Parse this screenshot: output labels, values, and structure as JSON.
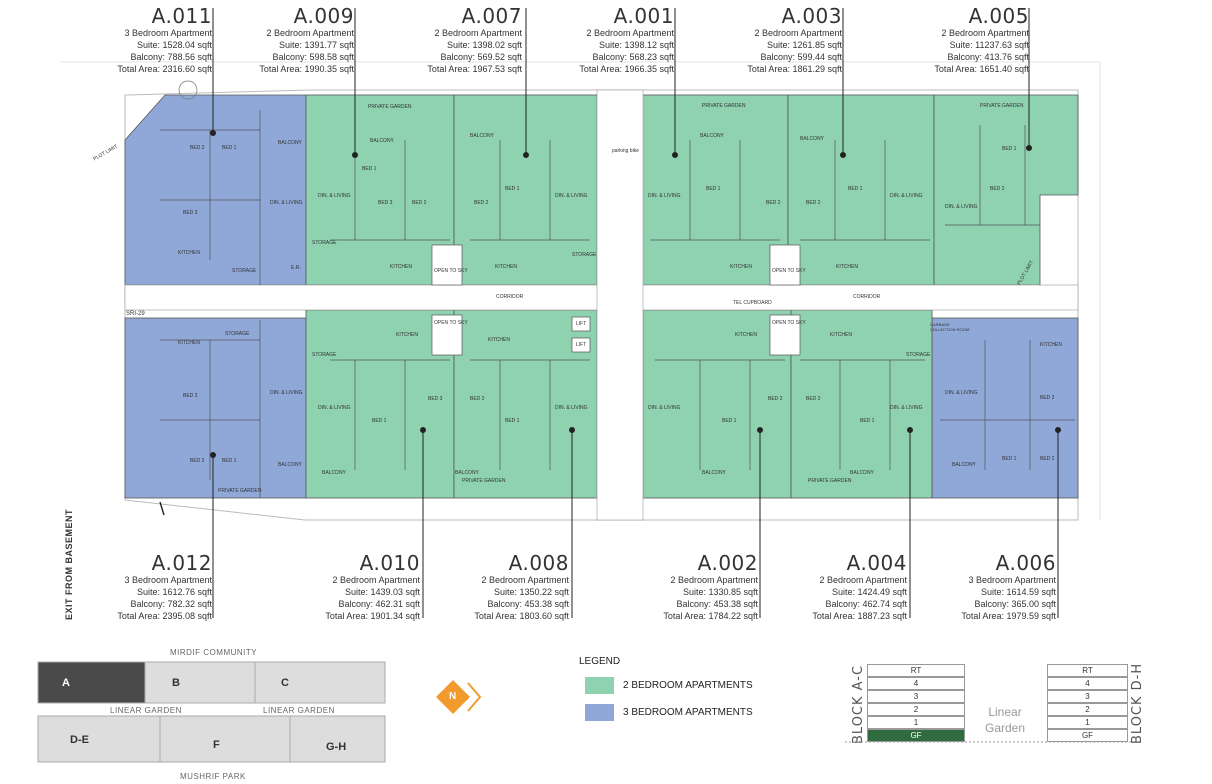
{
  "units_top": [
    {
      "code": "A.011",
      "type": "3 Bedroom Apartment",
      "suite": "Suite: 1528.04 sqft",
      "balcony": "Balcony: 788.56 sqft",
      "total": "Total Area: 2316.60 sqft"
    },
    {
      "code": "A.009",
      "type": "2 Bedroom Apartment",
      "suite": "Suite: 1391.77 sqft",
      "balcony": "Balcony: 598.58 sqft",
      "total": "Total Area: 1990.35 sqft"
    },
    {
      "code": "A.007",
      "type": "2 Bedroom Apartment",
      "suite": "Suite: 1398.02 sqft",
      "balcony": "Balcony: 569.52 sqft",
      "total": "Total Area: 1967.53 sqft"
    },
    {
      "code": "A.001",
      "type": "2 Bedroom Apartment",
      "suite": "Suite: 1398.12 sqft",
      "balcony": "Balcony: 568.23 sqft",
      "total": "Total Area: 1966.35 sqft"
    },
    {
      "code": "A.003",
      "type": "2 Bedroom Apartment",
      "suite": "Suite: 1261.85 sqft",
      "balcony": "Balcony: 599.44 sqft",
      "total": "Total Area: 1861.29 sqft"
    },
    {
      "code": "A.005",
      "type": "2 Bedroom Apartment",
      "suite": "Suite: 11237.63 sqft",
      "balcony": "Balcony: 413.76 sqft",
      "total": "Total Area: 1651.40 sqft"
    }
  ],
  "units_bottom": [
    {
      "code": "A.012",
      "type": "3 Bedroom Apartment",
      "suite": "Suite: 1612.76 sqft",
      "balcony": "Balcony: 782.32 sqft",
      "total": "Total Area: 2395.08 sqft"
    },
    {
      "code": "A.010",
      "type": "2 Bedroom Apartment",
      "suite": "Suite: 1439.03 sqft",
      "balcony": "Balcony: 462.31 sqft",
      "total": "Total Area: 1901.34 sqft"
    },
    {
      "code": "A.008",
      "type": "2 Bedroom Apartment",
      "suite": "Suite: 1350.22 sqft",
      "balcony": "Balcony: 453.38 sqft",
      "total": "Total Area: 1803.60 sqft"
    },
    {
      "code": "A.002",
      "type": "2 Bedroom Apartment",
      "suite": "Suite: 1330.85 sqft",
      "balcony": "Balcony: 453.38 sqft",
      "total": "Total Area: 1784.22 sqft"
    },
    {
      "code": "A.004",
      "type": "2 Bedroom Apartment",
      "suite": "Suite: 1424.49 sqft",
      "balcony": "Balcony: 462.74 sqft",
      "total": "Total Area: 1887.23 sqft"
    },
    {
      "code": "A.006",
      "type": "3 Bedroom Apartment",
      "suite": "Suite: 1614.59 sqft",
      "balcony": "Balcony: 365.00 sqft",
      "total": "Total Area: 1979.59 sqft"
    }
  ],
  "plan_labels": {
    "private_garden": "PRIVATE GARDEN",
    "corridor": "CORRIDOR",
    "tel_cupboard": "TEL CUPBOARD",
    "lift": "LIFT",
    "open_to_sky": "OPEN TO SKY",
    "kitchen": "KITCHEN",
    "storage": "STORAGE",
    "balcony": "BALCONY",
    "dining_living": "DIN. & LIVING",
    "bed1": "BED 1",
    "bed2": "BED 2",
    "bed3": "BED 3",
    "plot_limit": "PLOT LIMIT",
    "sri": "SRI-29",
    "er": "E.R.",
    "parking_bike": "parking bike",
    "garbage": "GARBAGE COLLECTION ROOM"
  },
  "exit_label": "EXIT FROM BASEMENT",
  "legend": {
    "title": "LEGEND",
    "items": [
      {
        "label": "2 BEDROOM APARTMENTS",
        "color": "#8fd2b0"
      },
      {
        "label": "3 BEDROOM APARTMENTS",
        "color": "#8fa8d8"
      }
    ]
  },
  "keyplan": {
    "top_label": "MIRDIF COMMUNITY",
    "mid_left": "LINEAR GARDEN",
    "mid_right": "LINEAR GARDEN",
    "bottom_label": "MUSHRIF PARK",
    "blocks": [
      "A",
      "B",
      "C",
      "D-E",
      "F",
      "G-H"
    ],
    "active": "A",
    "north": "N"
  },
  "stacks": {
    "left_label": "BLOCK A-C",
    "right_label": "BLOCK D-H",
    "floors": [
      "RT",
      "4",
      "3",
      "2",
      "1",
      "GF"
    ],
    "center_label_1": "Linear",
    "center_label_2": "Garden"
  },
  "colors": {
    "green": "#8fd2b0",
    "blue": "#8fa8d8",
    "keyplan_active": "#4a4a4a",
    "north": "#f29a2e",
    "gf_active": "#2f6b3f"
  }
}
